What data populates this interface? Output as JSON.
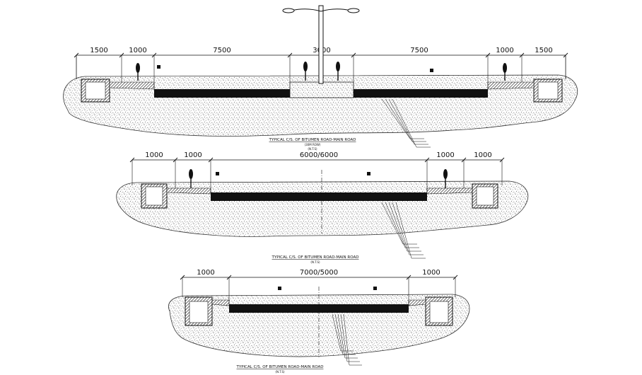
{
  "sections": [
    {
      "id": "s1",
      "dims": [
        "1500",
        "1000",
        "7500",
        "3000",
        "7500",
        "1000",
        "1500"
      ],
      "caption": "TYPICAL C/S. OF BITUMEN ROAD-MAIN ROAD",
      "caption_sub1": "(30M ROW)",
      "caption_sub2": "(N.T.S)"
    },
    {
      "id": "s2",
      "dims": [
        "1000",
        "1000",
        "6000/6000",
        "1000",
        "1000"
      ],
      "caption": "TYPICAL C/S. OF BITUMEN ROAD-MAIN ROAD",
      "caption_sub1": "(N.T.S)",
      "caption_sub2": ""
    },
    {
      "id": "s3",
      "dims": [
        "1000",
        "7000/5000",
        "1000"
      ],
      "caption": "TYPICAL C/S. OF BITUMEN ROAD-MAIN ROAD",
      "caption_sub1": "(N.T.S)",
      "caption_sub2": ""
    }
  ],
  "colors": {
    "ink": "#111111",
    "paper": "#ffffff",
    "speckle": "#555555"
  }
}
